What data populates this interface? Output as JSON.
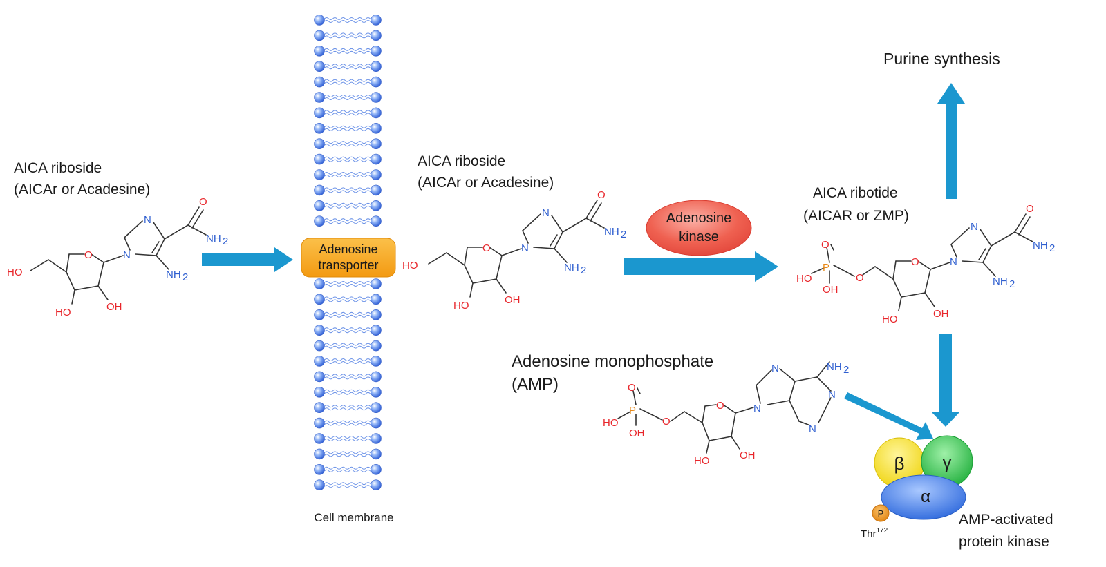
{
  "colors": {
    "arrow": "#1b97cf",
    "membrane_head": "#5b8ff0",
    "transporter": "#f8a51f",
    "kinase_oval": "#ee5a4a",
    "beta": "#f4de1b",
    "gamma": "#2fc04a",
    "alpha": "#3b78e6",
    "phospho": "#e88a1a"
  },
  "labels": {
    "aicar_out_1": "AICA riboside",
    "aicar_out_2": "(AICAr or Acadesine)",
    "aicar_in_1": "AICA riboside",
    "aicar_in_2": "(AICAr or Acadesine)",
    "transporter_1": "Adenosine",
    "transporter_2": "transporter",
    "cell_membrane": "Cell membrane",
    "kinase_1": "Adenosine",
    "kinase_2": "kinase",
    "ribotide_1": "AICA ribotide",
    "ribotide_2": "(AICAR or ZMP)",
    "purine": "Purine synthesis",
    "amp_1": "Adenosine monophosphate",
    "amp_2": "(AMP)",
    "ampk_1": "AMP-activated",
    "ampk_2": "protein kinase",
    "beta": "β",
    "gamma": "γ",
    "alpha": "α",
    "phospho": "P",
    "thr": "Thr",
    "thr_sup": "172"
  },
  "atoms": {
    "O": "O",
    "N": "N",
    "P": "P",
    "HO": "HO",
    "OH": "OH",
    "NH": "NH",
    "sub2": "2"
  }
}
